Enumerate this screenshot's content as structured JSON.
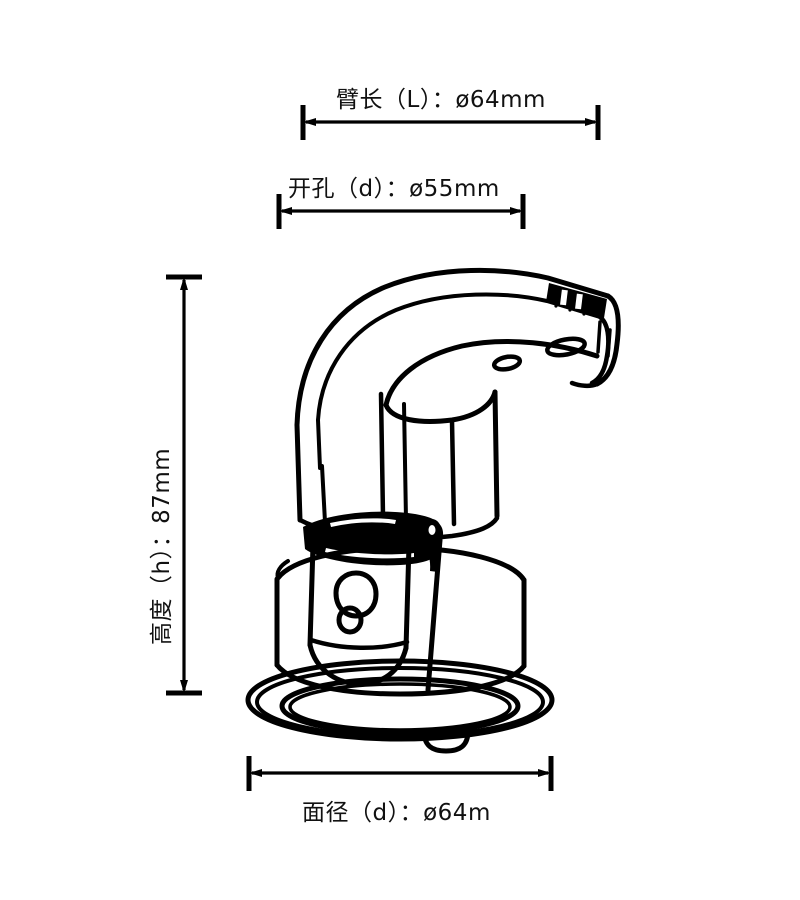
{
  "drawing": {
    "title": "Recessed adjustable downlight dimension drawing",
    "subject": "recessed-gimbal-downlight",
    "line_color": "#000000",
    "background_color": "#ffffff",
    "units": "mm"
  },
  "dimensions": {
    "arm_length": {
      "name": "arm-length",
      "label": "臂长（L）：ø64mm",
      "symbol": "L",
      "value": 64,
      "unit": "mm",
      "diameter_prefix": "ø",
      "orientation": "horizontal"
    },
    "cutout": {
      "name": "cutout-diameter",
      "label": "开孔（d）：ø55mm",
      "symbol": "d",
      "value": 55,
      "unit": "mm",
      "diameter_prefix": "ø",
      "orientation": "horizontal"
    },
    "height": {
      "name": "overall-height",
      "label": "高度（h）：87mm",
      "symbol": "h",
      "value": 87,
      "unit": "mm",
      "diameter_prefix": "",
      "orientation": "vertical"
    },
    "face_diameter": {
      "name": "face-diameter",
      "label": "面径（d）：ø64m",
      "symbol": "d",
      "value": 64,
      "unit": "m",
      "diameter_prefix": "ø",
      "orientation": "horizontal"
    }
  }
}
